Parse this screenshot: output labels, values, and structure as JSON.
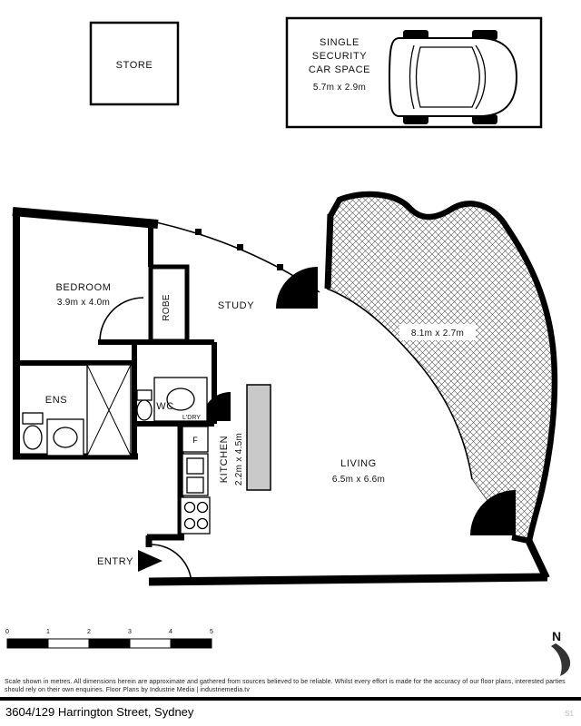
{
  "title_block": {
    "address": "3604/129 Harrington Street, Sydney",
    "sheet_code": "S1",
    "disclaimer": "Scale shown in metres. All dimensions herein are approximate and gathered from sources believed to be reliable. Whilst every effort is made for the accuracy of our floor plans, interested parties should rely on their own enquiries. Floor Plans by Industrie Media | industriemedia.tv"
  },
  "store": {
    "label": "STORE"
  },
  "car_space": {
    "lines": [
      "SINGLE",
      "SECURITY",
      "CAR SPACE",
      "5.7m x 2.9m"
    ]
  },
  "rooms": {
    "bedroom": {
      "name": "BEDROOM",
      "dims": "3.9m x 4.0m"
    },
    "robe": {
      "name": "ROBE"
    },
    "study": {
      "name": "STUDY"
    },
    "ens": {
      "name": "ENS"
    },
    "wc": {
      "name": "WC"
    },
    "laundry": {
      "name": "L'DRY"
    },
    "fridge": {
      "name": "F"
    },
    "kitchen": {
      "name": "KITCHEN",
      "dims": "2.2m x 4.5m"
    },
    "living": {
      "name": "LIVING",
      "dims": "6.5m x 6.6m"
    },
    "balcony": {
      "dims": "8.1m x 2.7m"
    },
    "entry": {
      "name": "ENTRY"
    }
  },
  "scale_bar": {
    "labels": [
      "0",
      "1",
      "2",
      "3",
      "4",
      "5"
    ]
  },
  "compass": {
    "label": "N"
  },
  "colors": {
    "ink": "#000000",
    "hatch": "#555555",
    "island": "#c9c9c9"
  }
}
